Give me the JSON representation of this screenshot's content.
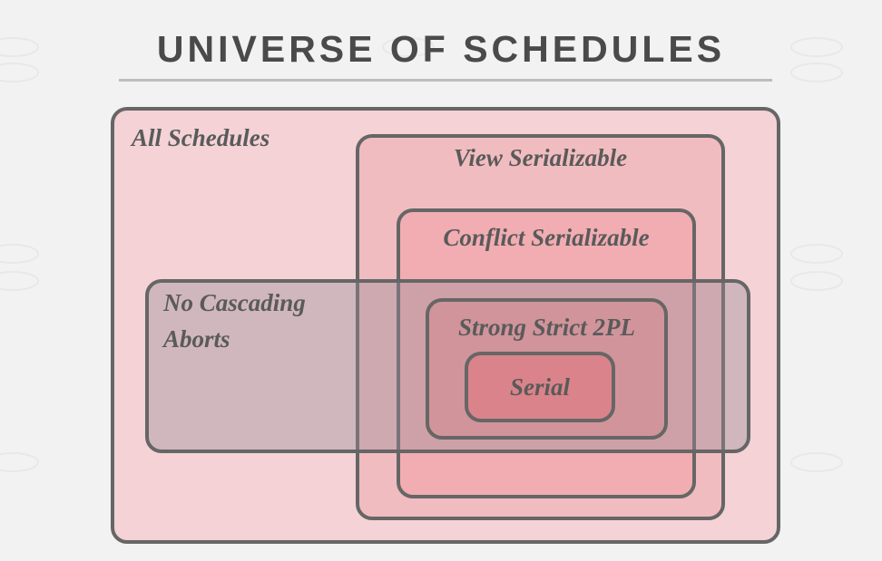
{
  "title": "UNIVERSE OF SCHEDULES",
  "sets": {
    "all": "All Schedules",
    "view": "View Serializable",
    "conflict": "Conflict Serializable",
    "nca_line1": "No Cascading",
    "nca_line2": "Aborts",
    "ss2pl": "Strong Strict 2PL",
    "serial": "Serial"
  },
  "colors": {
    "background": "#f2f2f2",
    "border": "#666666",
    "text": "#5a5a5a",
    "title": "#4a4a4a"
  }
}
